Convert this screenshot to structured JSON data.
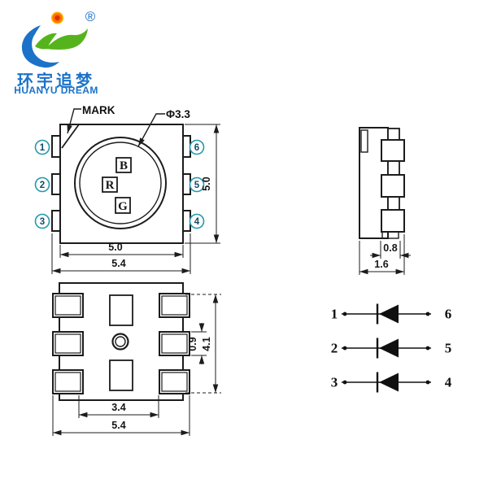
{
  "logo": {
    "registered": "®",
    "name_cn": "环宇追梦",
    "name_en": "HUANYU DREAM"
  },
  "top_view": {
    "mark_label": "MARK",
    "lens_diameter": "Φ3.3",
    "pins_left": [
      "1",
      "2",
      "3"
    ],
    "pins_right": [
      "6",
      "5",
      "4"
    ],
    "chips": [
      "B",
      "R",
      "G"
    ],
    "dims": {
      "inner_width": "5.0",
      "outer_width": "5.4",
      "height": "5.0"
    }
  },
  "side_view": {
    "dims": {
      "lead_width": "0.8",
      "thickness": "1.6"
    }
  },
  "bottom_view": {
    "dims": {
      "inner_width": "3.4",
      "outer_width": "5.4",
      "pad_height": "0.9",
      "pad_span": "4.1"
    }
  },
  "circuit": {
    "diodes": [
      {
        "left_pin": "1",
        "right_pin": "6"
      },
      {
        "left_pin": "2",
        "right_pin": "5"
      },
      {
        "left_pin": "3",
        "right_pin": "4"
      }
    ]
  },
  "colors": {
    "line": "#1c1c1c",
    "logo_blue": "#1b72c8",
    "logo_green": "#55b41c",
    "sun_orange": "#ff7300",
    "sun_core": "#e03000",
    "pin_ring_teal": "#2499ad"
  }
}
